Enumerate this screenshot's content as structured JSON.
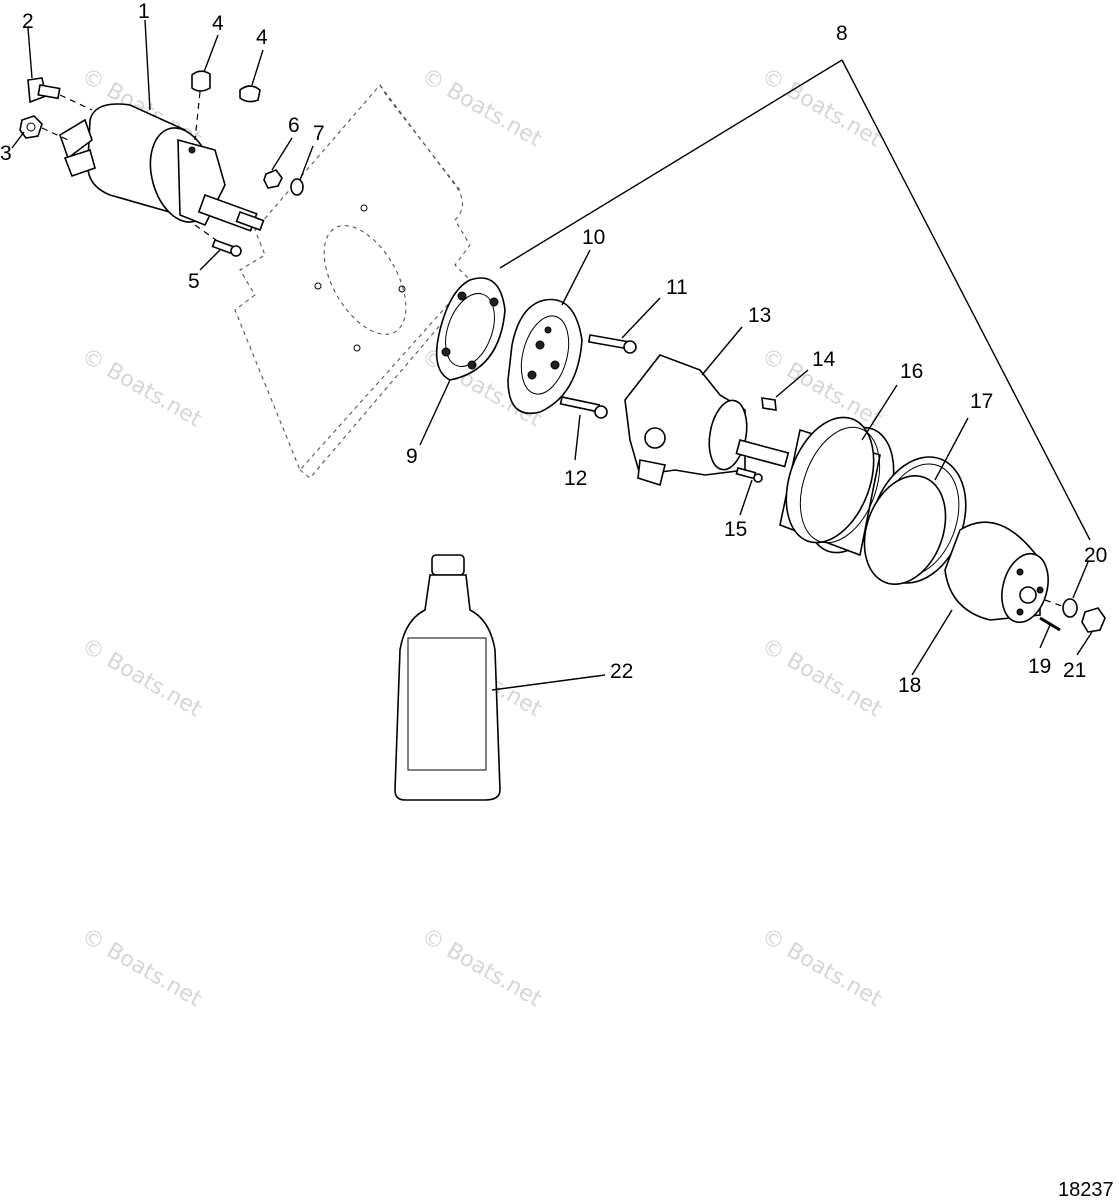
{
  "diagram": {
    "figure_number": "18237",
    "watermark": "© Boats.net",
    "callouts": [
      "1",
      "2",
      "3",
      "4",
      "4",
      "5",
      "6",
      "7",
      "8",
      "9",
      "10",
      "11",
      "12",
      "13",
      "14",
      "15",
      "16",
      "17",
      "18",
      "19",
      "20",
      "21",
      "22"
    ]
  }
}
